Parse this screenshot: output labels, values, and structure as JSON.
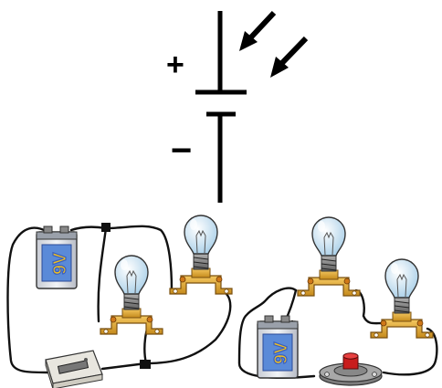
{
  "symbol": {
    "plus_label": "+",
    "minus_label": "−",
    "arrow_count": 2
  },
  "circuits": [
    {
      "battery_label": "9V",
      "bulb_count": 2,
      "has_switch": true
    },
    {
      "battery_label": "9V",
      "bulb_count": 2,
      "has_push_button": true
    }
  ],
  "colors": {
    "wire": "#111111",
    "holder_gold": "#e0a830",
    "holder_dark": "#b07818",
    "battery_body": "#dfe3ea",
    "battery_label_bg": "#5a8ad8",
    "battery_text": "#f0c020",
    "bulb_glass": "#cfe6f5",
    "button_red": "#d02020"
  },
  "icons": [
    "battery-icon",
    "light-bulb-icon",
    "knife-switch-icon",
    "push-button-icon",
    "light-arrow-icon"
  ]
}
